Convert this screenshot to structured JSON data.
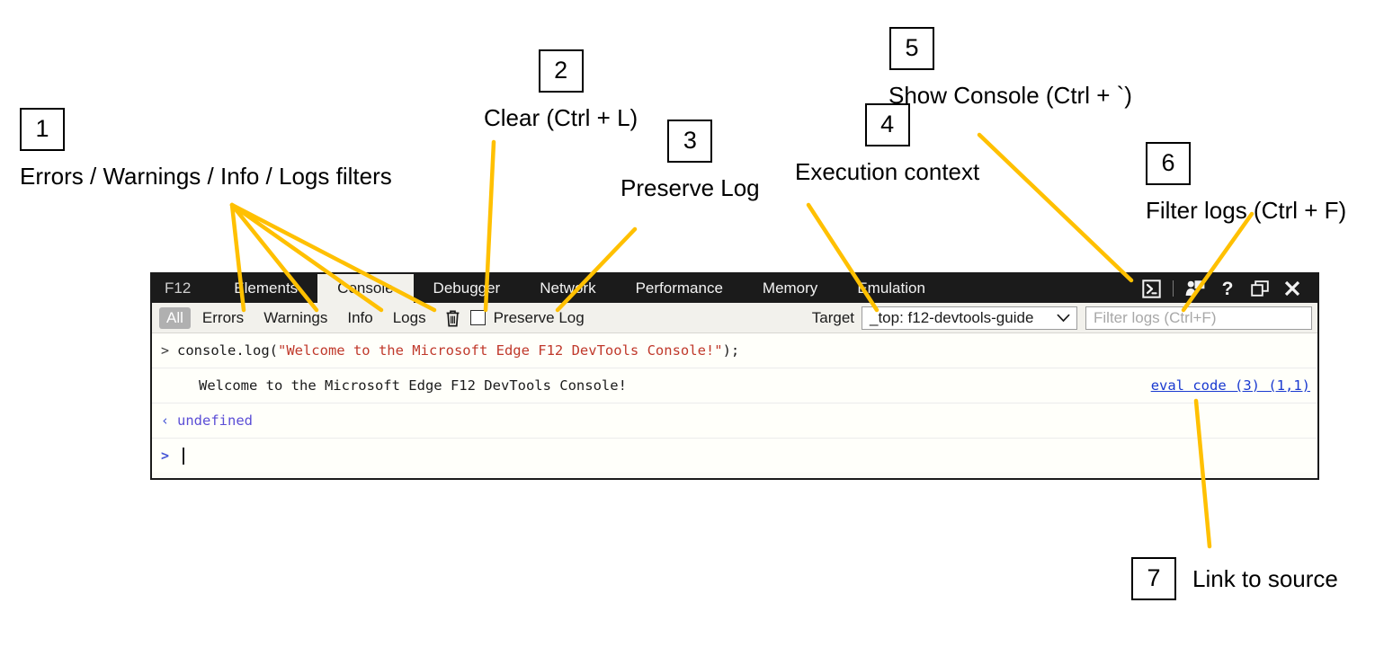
{
  "devtools": {
    "tabs": [
      {
        "label": "F12",
        "active": false,
        "brand": true
      },
      {
        "label": "Elements",
        "active": false
      },
      {
        "label": "Console",
        "active": true
      },
      {
        "label": "Debugger",
        "active": false
      },
      {
        "label": "Network",
        "active": false
      },
      {
        "label": "Performance",
        "active": false
      },
      {
        "label": "Memory",
        "active": false
      },
      {
        "label": "Emulation",
        "active": false
      }
    ],
    "window_icons": [
      {
        "name": "show-console-icon",
        "glyph": "console"
      },
      {
        "name": "feedback-icon",
        "glyph": "feedback"
      },
      {
        "name": "help-icon",
        "glyph": "question"
      },
      {
        "name": "undock-icon",
        "glyph": "undock"
      },
      {
        "name": "close-icon",
        "glyph": "close"
      }
    ],
    "filterbar": {
      "filters": [
        {
          "label": "All",
          "selected": true
        },
        {
          "label": "Errors",
          "selected": false
        },
        {
          "label": "Warnings",
          "selected": false
        },
        {
          "label": "Info",
          "selected": false
        },
        {
          "label": "Logs",
          "selected": false
        }
      ],
      "clear_icon": "trash-icon",
      "preserve_log": {
        "label": "Preserve Log",
        "checked": false
      },
      "target_label": "Target",
      "target_value": "_top: f12-devtools-guide",
      "filter_placeholder": "Filter logs (Ctrl+F)"
    },
    "console_rows": [
      {
        "type": "input",
        "gutter": ">",
        "code_prefix": "console.log(",
        "code_string": "\"Welcome to the Microsoft Edge F12 DevTools Console!\"",
        "code_suffix": ");"
      },
      {
        "type": "output",
        "gutter": "",
        "text": "Welcome to the Microsoft Edge F12 DevTools Console!",
        "source_link": "eval code (3) (1,1)"
      },
      {
        "type": "result",
        "gutter": "‹",
        "text": "undefined"
      },
      {
        "type": "prompt",
        "gutter": ">",
        "text": ""
      }
    ]
  },
  "annotations": [
    {
      "num": "1",
      "text": "Errors / Warnings / Info / Logs filters"
    },
    {
      "num": "2",
      "text": "Clear (Ctrl + L)"
    },
    {
      "num": "3",
      "text": "Preserve Log"
    },
    {
      "num": "4",
      "text": "Execution context"
    },
    {
      "num": "5",
      "text": "Show Console (Ctrl + `)"
    },
    {
      "num": "6",
      "text": "Filter logs (Ctrl + F)"
    },
    {
      "num": "7",
      "text": "Link to source"
    }
  ],
  "colors": {
    "leader_line": "#FFC000",
    "tabbar_bg": "#1B1B1B",
    "panel_bg": "#FFFFFA",
    "string_red": "#C0392B",
    "link_blue": "#1A3AD0",
    "undefined_purple": "#5B4ED6"
  }
}
